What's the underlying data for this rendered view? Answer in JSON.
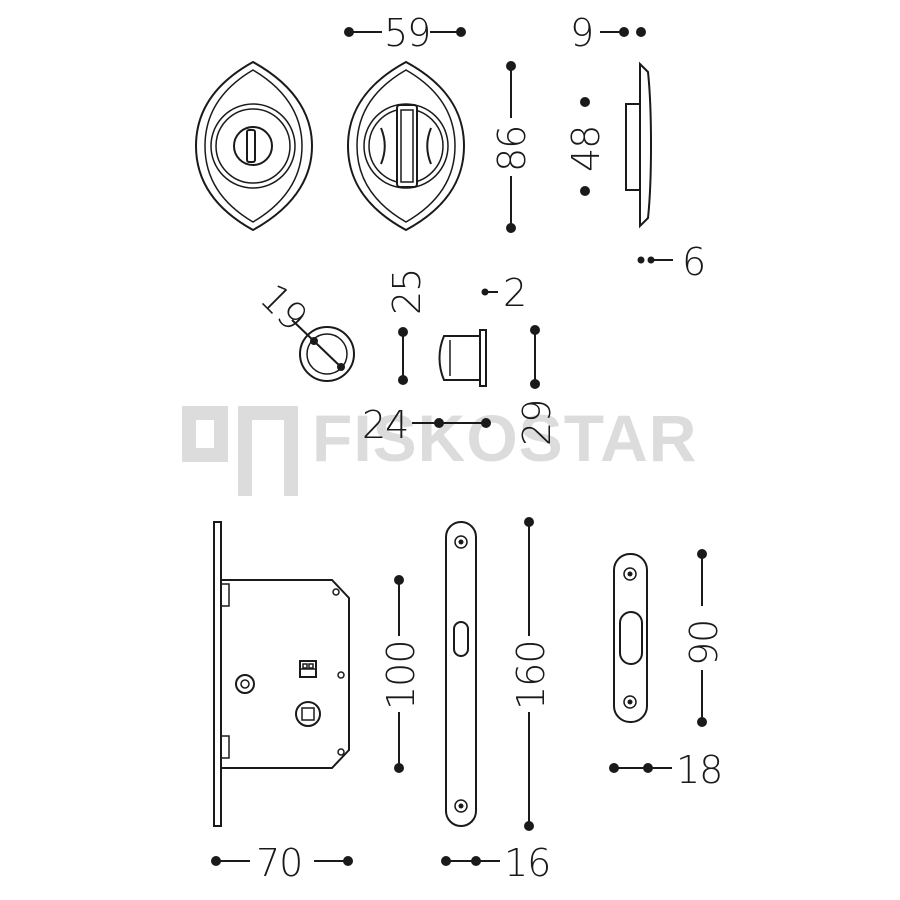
{
  "watermark": {
    "text": "FISKOSTAR"
  },
  "dimensions": {
    "d59": "59",
    "d9": "9",
    "d86": "86",
    "d48": "48",
    "d6": "6",
    "d19": "19",
    "d25": "25",
    "d2": "2",
    "d24": "24",
    "d29": "29",
    "d70": "70",
    "d100": "100",
    "d160": "160",
    "d16": "16",
    "d90": "90",
    "d18": "18"
  },
  "colors": {
    "line": "#1a1a1a",
    "watermark": "#dcdcdc",
    "background": "#ffffff"
  }
}
